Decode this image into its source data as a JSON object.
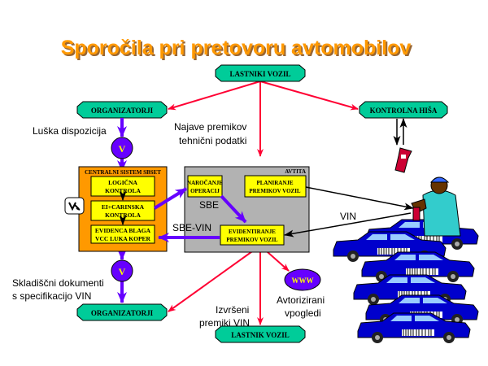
{
  "title": "Sporočila pri pretovoru avtomobilov",
  "nodes": {
    "lastniki_vozil": "LASTNIKI VOZIL",
    "organizatorji_top": "ORGANIZATORJI",
    "kontrolna_hisa": "KONTROLNA HIŠA",
    "organizatorji_bottom": "ORGANIZATORJI",
    "lastnik_vozil": "LASTNIK VOZIL",
    "v_top": "V",
    "v_bottom": "V",
    "www": "WWW"
  },
  "central_system": {
    "label": "CENTRALNI SISTEM SBSET",
    "boxes": [
      {
        "line1": "LOGIČNA",
        "line2": "KONTROLA"
      },
      {
        "line1": "EI+CARINSKA",
        "line2": "KONTROLA"
      },
      {
        "line1": "EVIDENCA BLAGA",
        "line2": "VCC LUKA KOPER"
      }
    ]
  },
  "avtita": {
    "label": "AVTITA",
    "narocanje": {
      "line1": "NAROČANJE",
      "line2": "OPERACIJ"
    },
    "planiranje": {
      "line1": "PLANIRANJE",
      "line2": "PREMIKOV VOZIL"
    },
    "evidentiranje": {
      "line1": "EVIDENTIRANJE",
      "line2": "PREMIKOV VOZIL"
    }
  },
  "labels": {
    "luska_dispozicija": "Luška dispozicija",
    "najave_1": "Najave premikov",
    "najave_2": "tehnični podatki",
    "sbe": "SBE",
    "sbe_vin": "SBE-VIN",
    "vin": "VIN",
    "skladiscni_1": "Skladiščni dokumenti",
    "skladiscni_2": "s specifikacijo VIN",
    "izvrseni_1": "Izvršeni",
    "izvrseni_2": "premiki VIN",
    "avtorizirani_1": "Avtorizirani",
    "avtorizirani_2": "vpogledi"
  },
  "colors": {
    "title": "#ff9900",
    "node_green": "#00cc99",
    "central_orange": "#ff9900",
    "avtita_gray": "#b2b2b2",
    "box_yellow": "#ffff00",
    "arrow_red": "#ff0033",
    "arrow_purple": "#6600ff",
    "car_blue": "#0000cc"
  }
}
